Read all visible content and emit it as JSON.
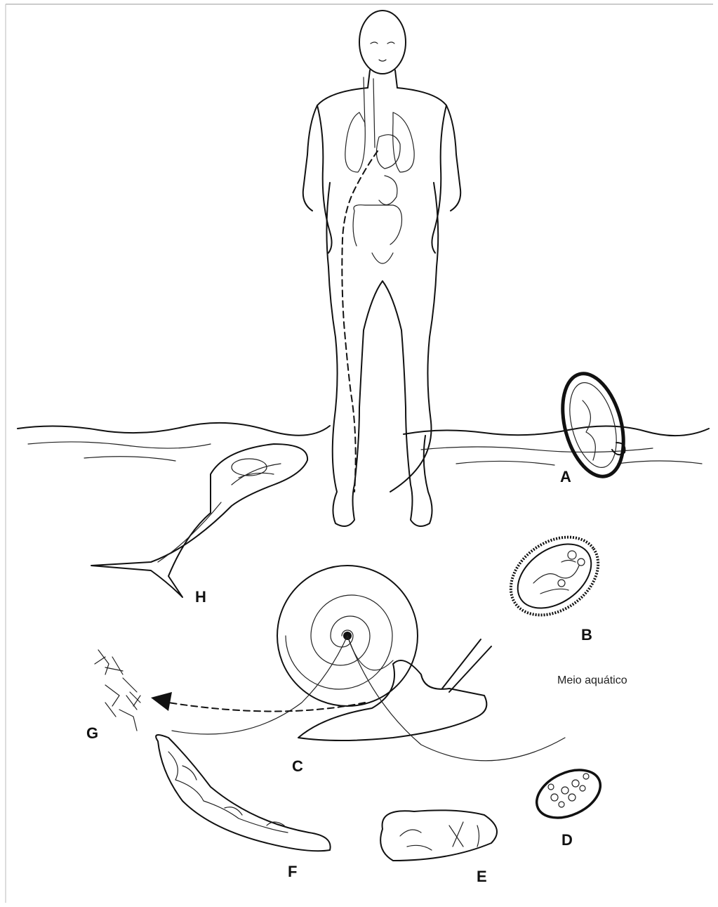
{
  "labels": {
    "A": "A",
    "B": "B",
    "C": "C",
    "D": "D",
    "E": "E",
    "F": "F",
    "G": "G",
    "H": "H"
  },
  "caption": "Meio aquático",
  "colors": {
    "ink": "#111111",
    "background": "#ffffff"
  }
}
